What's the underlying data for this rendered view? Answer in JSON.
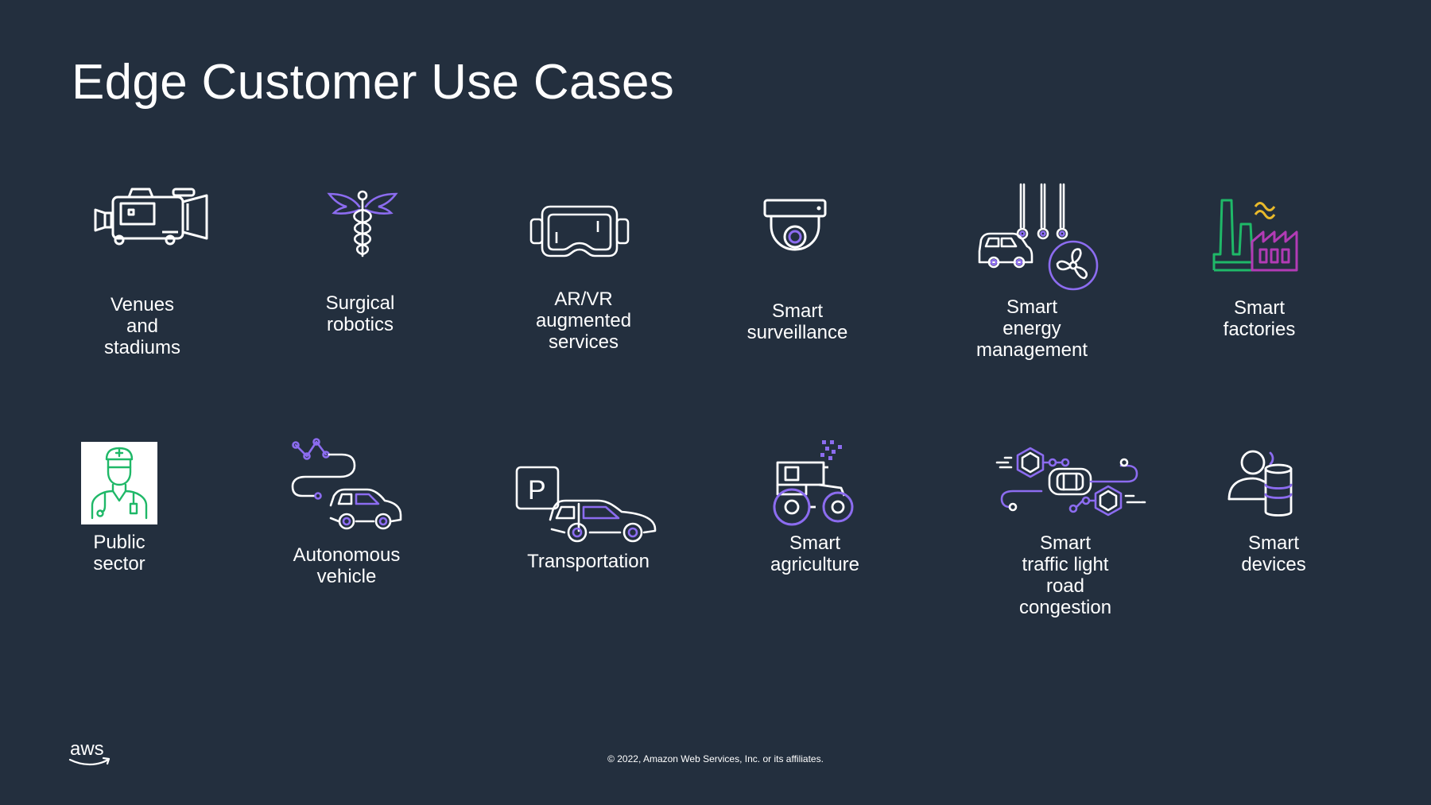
{
  "slide": {
    "title": "Edge Customer Use Cases",
    "footer": "© 2022, Amazon Web Services, Inc. or its affiliates.",
    "logo_text": "aws"
  },
  "colors": {
    "background": "#232f3e",
    "text": "#ffffff",
    "accent_purple": "#8c6cf0",
    "accent_green": "#1fb868",
    "accent_yellow": "#e8b92b",
    "accent_magenta": "#b23bb5"
  },
  "use_cases": [
    {
      "label": "Venues and\nstadiums",
      "icon": "video-camera-icon"
    },
    {
      "label": "Surgical\nrobotics",
      "icon": "caduceus-icon"
    },
    {
      "label": "AR/VR\naugmented\nservices",
      "icon": "vr-headset-icon"
    },
    {
      "label": "Smart\nsurveillance",
      "icon": "security-camera-icon"
    },
    {
      "label": "Smart energy\nmanagement",
      "icon": "energy-management-icon"
    },
    {
      "label": "Smart\nfactories",
      "icon": "factory-icon"
    },
    {
      "label": "Public sector",
      "icon": "doctor-icon"
    },
    {
      "label": "Autonomous\nvehicle",
      "icon": "autonomous-car-icon"
    },
    {
      "label": "Transportation",
      "icon": "parking-car-icon"
    },
    {
      "label": "Smart\nagriculture",
      "icon": "tractor-icon"
    },
    {
      "label": "Smart traffic light\nroad congestion",
      "icon": "traffic-network-icon"
    },
    {
      "label": "Smart\ndevices",
      "icon": "user-device-icon"
    }
  ]
}
